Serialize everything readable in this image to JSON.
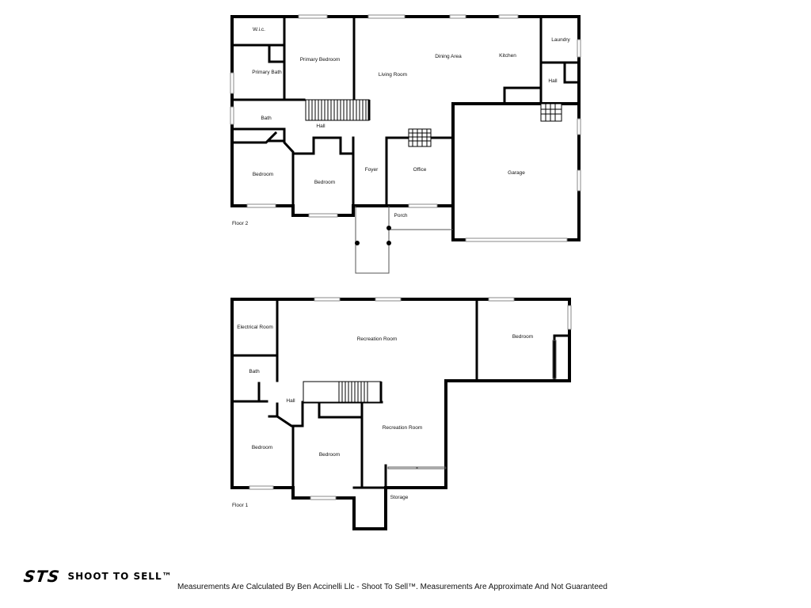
{
  "floor2": {
    "label": "Floor 2",
    "rooms": {
      "wic": "W.i.c.",
      "primary_bedroom": "Primary Bedroom",
      "primary_bath": "Primary Bath",
      "living_room": "Living Room",
      "dining_area": "Dining Area",
      "kitchen": "Kitchen",
      "laundry": "Laundry",
      "hall_kitchen": "Hall",
      "bath": "Bath",
      "hall": "Hall",
      "bedroom_left": "Bedroom",
      "bedroom_mid": "Bedroom",
      "foyer": "Foyer",
      "office": "Office",
      "garage": "Garage",
      "porch": "Porch"
    }
  },
  "floor1": {
    "label": "Floor 1",
    "rooms": {
      "electrical_room": "Electrical Room",
      "recreation_room_top": "Recreation Room",
      "bedroom_right": "Bedroom",
      "bath": "Bath",
      "hall": "Hall",
      "recreation_room_mid": "Recreation Room",
      "bedroom_left": "Bedroom",
      "bedroom_mid": "Bedroom",
      "storage": "Storage"
    }
  },
  "footer": {
    "logo_mark": "STS",
    "logo_name": "SHOOT TO SELL™",
    "disclaimer": "Measurements Are Calculated By Ben Accinelli Llc - Shoot To Sell™. Measurements Are Approximate And Not Guaranteed"
  }
}
